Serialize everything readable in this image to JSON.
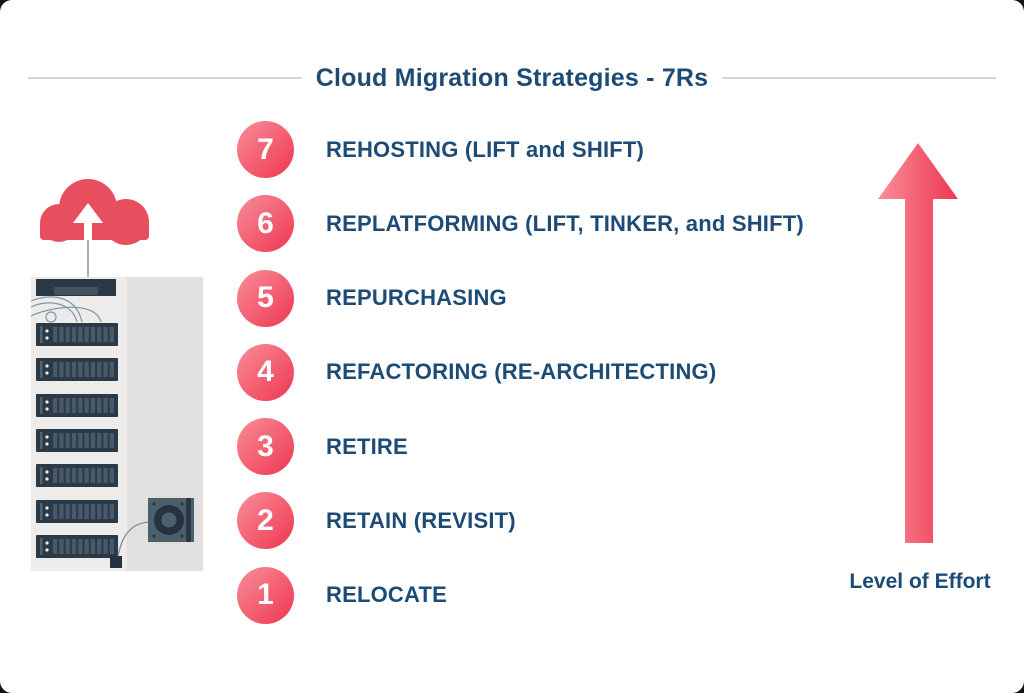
{
  "title": "Cloud Migration Strategies - 7Rs",
  "steps": [
    {
      "number": "7",
      "label": "REHOSTING (LIFT and SHIFT)"
    },
    {
      "number": "6",
      "label": "REPLATFORMING (LIFT, TINKER, and SHIFT)"
    },
    {
      "number": "5",
      "label": "REPURCHASING"
    },
    {
      "number": "4",
      "label": "REFACTORING (RE-ARCHITECTING)"
    },
    {
      "number": "3",
      "label": "RETIRE"
    },
    {
      "number": "2",
      "label": "RETAIN (REVISIT)"
    },
    {
      "number": "1",
      "label": "RELOCATE"
    }
  ],
  "effort_axis": {
    "label": "Level of Effort",
    "direction": "up"
  },
  "icons": [
    "cloud-upload-icon",
    "server-rack-icon",
    "cooling-fan-icon",
    "up-arrow-icon"
  ],
  "colors": {
    "accent-pink-light": "#f98e99",
    "accent-pink-dark": "#ee3650",
    "cloud-red": "#e84f5e",
    "heading-blue": "#1d4b76",
    "divider-gray": "#cdd7df"
  }
}
